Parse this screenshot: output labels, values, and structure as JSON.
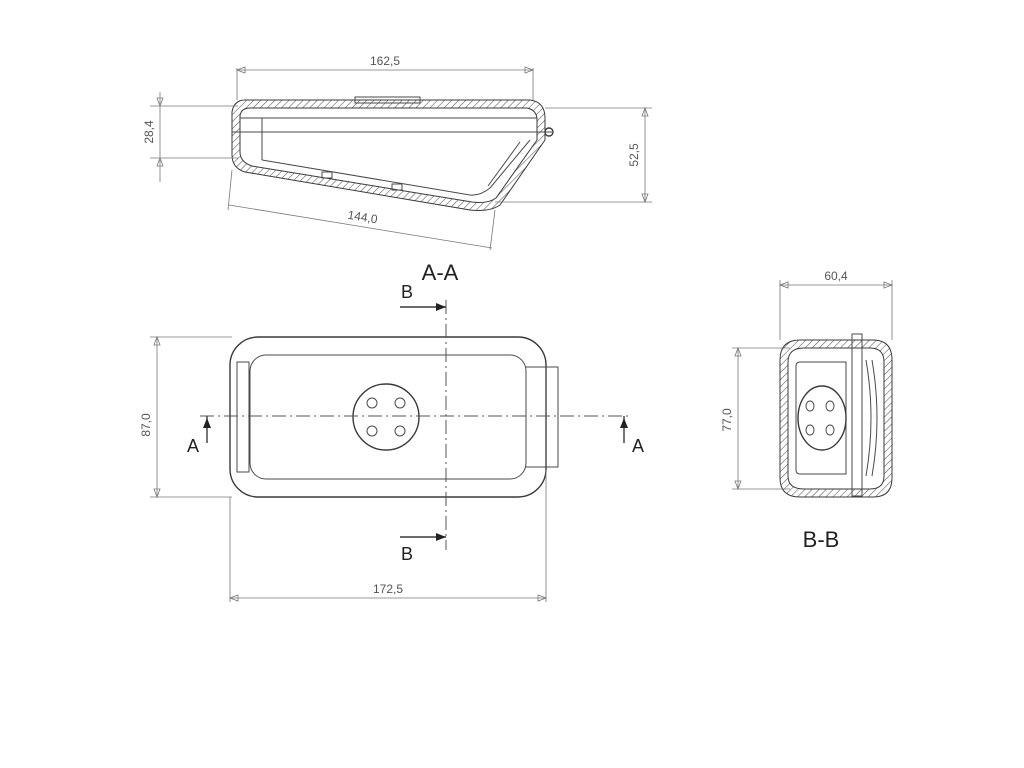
{
  "section_labels": {
    "aa": "A-A",
    "bb": "B-B"
  },
  "cut_labels": {
    "a_left": "A",
    "a_right": "A",
    "b_top": "B",
    "b_bottom": "B"
  },
  "dimensions": {
    "aa_top_width": "162,5",
    "aa_left_height": "28,4",
    "aa_right_height": "52,5",
    "aa_bottom_length": "144,0",
    "plan_height": "87,0",
    "plan_width": "172,5",
    "bb_width": "60,4",
    "bb_height": "77,0"
  },
  "colors": {
    "line": "#3a3a3a",
    "dim": "#777777",
    "text": "#555555"
  }
}
